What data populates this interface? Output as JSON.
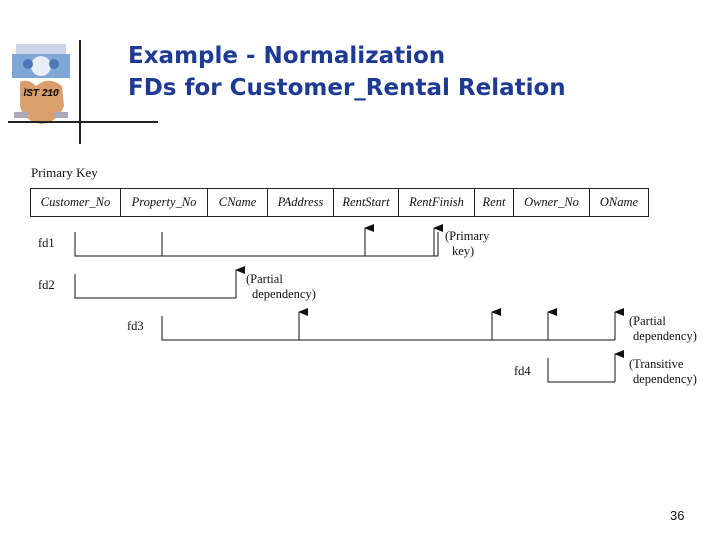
{
  "logo": {
    "caption": "IST 210"
  },
  "title": {
    "line1": "Example - Normalization",
    "line2": "FDs for  Customer_Rental Relation"
  },
  "primary_key_label": "Primary Key",
  "attributes": [
    "Customer_No",
    "Property_No",
    "CName",
    "PAddress",
    "RentStart",
    "RentFinish",
    "Rent",
    "Owner_No",
    "OName"
  ],
  "dependencies": {
    "fd1": {
      "label": "fd1",
      "note_line1": "(Primary",
      "note_line2": "key)"
    },
    "fd2": {
      "label": "fd2",
      "note_line1": "(Partial",
      "note_line2": "dependency)"
    },
    "fd3": {
      "label": "fd3",
      "note_line1": "(Partial",
      "note_line2": "dependency)"
    },
    "fd4": {
      "label": "fd4",
      "note_line1": "(Transitive",
      "note_line2": "dependency)"
    }
  },
  "page_number": "36"
}
